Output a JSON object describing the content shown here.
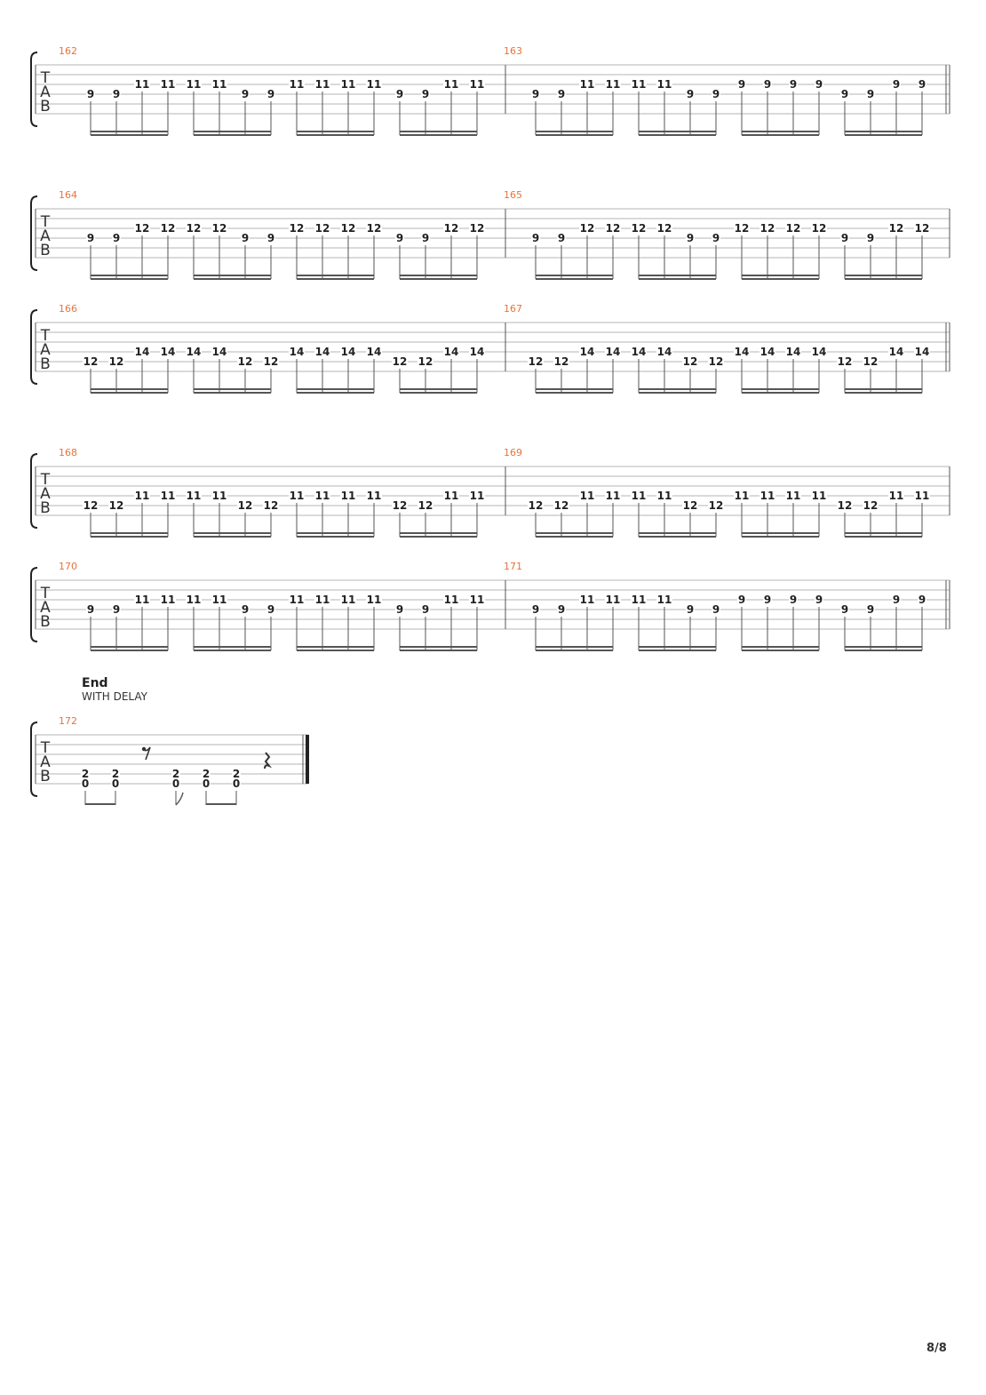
{
  "tab_label": [
    "T",
    "A",
    "B"
  ],
  "rows": [
    {
      "measures": [
        {
          "number": "162",
          "notes": [
            [
              4,
              "9"
            ],
            [
              4,
              "9"
            ],
            [
              3,
              "11"
            ],
            [
              3,
              "11"
            ],
            [
              3,
              "11"
            ],
            [
              3,
              "11"
            ],
            [
              4,
              "9"
            ],
            [
              4,
              "9"
            ],
            [
              3,
              "11"
            ],
            [
              3,
              "11"
            ],
            [
              3,
              "11"
            ],
            [
              3,
              "11"
            ],
            [
              4,
              "9"
            ],
            [
              4,
              "9"
            ],
            [
              3,
              "11"
            ],
            [
              3,
              "11"
            ]
          ]
        },
        {
          "number": "163",
          "notes": [
            [
              4,
              "9"
            ],
            [
              4,
              "9"
            ],
            [
              3,
              "11"
            ],
            [
              3,
              "11"
            ],
            [
              3,
              "11"
            ],
            [
              3,
              "11"
            ],
            [
              4,
              "9"
            ],
            [
              4,
              "9"
            ],
            [
              3,
              "9"
            ],
            [
              3,
              "9"
            ],
            [
              3,
              "9"
            ],
            [
              3,
              "9"
            ],
            [
              4,
              "9"
            ],
            [
              4,
              "9"
            ],
            [
              3,
              "9"
            ],
            [
              3,
              "9"
            ]
          ]
        }
      ]
    },
    {
      "measures": [
        {
          "number": "164",
          "notes": [
            [
              4,
              "9"
            ],
            [
              4,
              "9"
            ],
            [
              3,
              "12"
            ],
            [
              3,
              "12"
            ],
            [
              3,
              "12"
            ],
            [
              3,
              "12"
            ],
            [
              4,
              "9"
            ],
            [
              4,
              "9"
            ],
            [
              3,
              "12"
            ],
            [
              3,
              "12"
            ],
            [
              3,
              "12"
            ],
            [
              3,
              "12"
            ],
            [
              4,
              "9"
            ],
            [
              4,
              "9"
            ],
            [
              3,
              "12"
            ],
            [
              3,
              "12"
            ]
          ]
        },
        {
          "number": "165",
          "notes": [
            [
              4,
              "9"
            ],
            [
              4,
              "9"
            ],
            [
              3,
              "12"
            ],
            [
              3,
              "12"
            ],
            [
              3,
              "12"
            ],
            [
              3,
              "12"
            ],
            [
              4,
              "9"
            ],
            [
              4,
              "9"
            ],
            [
              3,
              "12"
            ],
            [
              3,
              "12"
            ],
            [
              3,
              "12"
            ],
            [
              3,
              "12"
            ],
            [
              4,
              "9"
            ],
            [
              4,
              "9"
            ],
            [
              3,
              "12"
            ],
            [
              3,
              "12"
            ]
          ]
        }
      ]
    },
    {
      "measures": [
        {
          "number": "166",
          "notes": [
            [
              5,
              "12"
            ],
            [
              5,
              "12"
            ],
            [
              4,
              "14"
            ],
            [
              4,
              "14"
            ],
            [
              4,
              "14"
            ],
            [
              4,
              "14"
            ],
            [
              5,
              "12"
            ],
            [
              5,
              "12"
            ],
            [
              4,
              "14"
            ],
            [
              4,
              "14"
            ],
            [
              4,
              "14"
            ],
            [
              4,
              "14"
            ],
            [
              5,
              "12"
            ],
            [
              5,
              "12"
            ],
            [
              4,
              "14"
            ],
            [
              4,
              "14"
            ]
          ]
        },
        {
          "number": "167",
          "notes": [
            [
              5,
              "12"
            ],
            [
              5,
              "12"
            ],
            [
              4,
              "14"
            ],
            [
              4,
              "14"
            ],
            [
              4,
              "14"
            ],
            [
              4,
              "14"
            ],
            [
              5,
              "12"
            ],
            [
              5,
              "12"
            ],
            [
              4,
              "14"
            ],
            [
              4,
              "14"
            ],
            [
              4,
              "14"
            ],
            [
              4,
              "14"
            ],
            [
              5,
              "12"
            ],
            [
              5,
              "12"
            ],
            [
              4,
              "14"
            ],
            [
              4,
              "14"
            ]
          ]
        }
      ]
    },
    {
      "measures": [
        {
          "number": "168",
          "notes": [
            [
              5,
              "12"
            ],
            [
              5,
              "12"
            ],
            [
              4,
              "11"
            ],
            [
              4,
              "11"
            ],
            [
              4,
              "11"
            ],
            [
              4,
              "11"
            ],
            [
              5,
              "12"
            ],
            [
              5,
              "12"
            ],
            [
              4,
              "11"
            ],
            [
              4,
              "11"
            ],
            [
              4,
              "11"
            ],
            [
              4,
              "11"
            ],
            [
              5,
              "12"
            ],
            [
              5,
              "12"
            ],
            [
              4,
              "11"
            ],
            [
              4,
              "11"
            ]
          ]
        },
        {
          "number": "169",
          "notes": [
            [
              5,
              "12"
            ],
            [
              5,
              "12"
            ],
            [
              4,
              "11"
            ],
            [
              4,
              "11"
            ],
            [
              4,
              "11"
            ],
            [
              4,
              "11"
            ],
            [
              5,
              "12"
            ],
            [
              5,
              "12"
            ],
            [
              4,
              "11"
            ],
            [
              4,
              "11"
            ],
            [
              4,
              "11"
            ],
            [
              4,
              "11"
            ],
            [
              5,
              "12"
            ],
            [
              5,
              "12"
            ],
            [
              4,
              "11"
            ],
            [
              4,
              "11"
            ]
          ]
        }
      ]
    },
    {
      "measures": [
        {
          "number": "170",
          "notes": [
            [
              4,
              "9"
            ],
            [
              4,
              "9"
            ],
            [
              3,
              "11"
            ],
            [
              3,
              "11"
            ],
            [
              3,
              "11"
            ],
            [
              3,
              "11"
            ],
            [
              4,
              "9"
            ],
            [
              4,
              "9"
            ],
            [
              3,
              "11"
            ],
            [
              3,
              "11"
            ],
            [
              3,
              "11"
            ],
            [
              3,
              "11"
            ],
            [
              4,
              "9"
            ],
            [
              4,
              "9"
            ],
            [
              3,
              "11"
            ],
            [
              3,
              "11"
            ]
          ]
        },
        {
          "number": "171",
          "notes": [
            [
              4,
              "9"
            ],
            [
              4,
              "9"
            ],
            [
              3,
              "11"
            ],
            [
              3,
              "11"
            ],
            [
              3,
              "11"
            ],
            [
              3,
              "11"
            ],
            [
              4,
              "9"
            ],
            [
              4,
              "9"
            ],
            [
              3,
              "9"
            ],
            [
              3,
              "9"
            ],
            [
              3,
              "9"
            ],
            [
              3,
              "9"
            ],
            [
              4,
              "9"
            ],
            [
              4,
              "9"
            ],
            [
              3,
              "9"
            ],
            [
              3,
              "9"
            ]
          ]
        }
      ]
    }
  ],
  "final_section": {
    "title": "End",
    "text": "WITH DELAY",
    "measure_number": "172",
    "chords": [
      [
        [
          5,
          "2"
        ],
        [
          6,
          "0"
        ]
      ],
      [
        [
          5,
          "2"
        ],
        [
          6,
          "0"
        ]
      ],
      [
        [
          5,
          "2"
        ],
        [
          6,
          "0"
        ]
      ],
      [
        [
          5,
          "2"
        ],
        [
          6,
          "0"
        ]
      ],
      [
        [
          5,
          "2"
        ],
        [
          6,
          "0"
        ]
      ]
    ]
  },
  "page_number": "8/8"
}
